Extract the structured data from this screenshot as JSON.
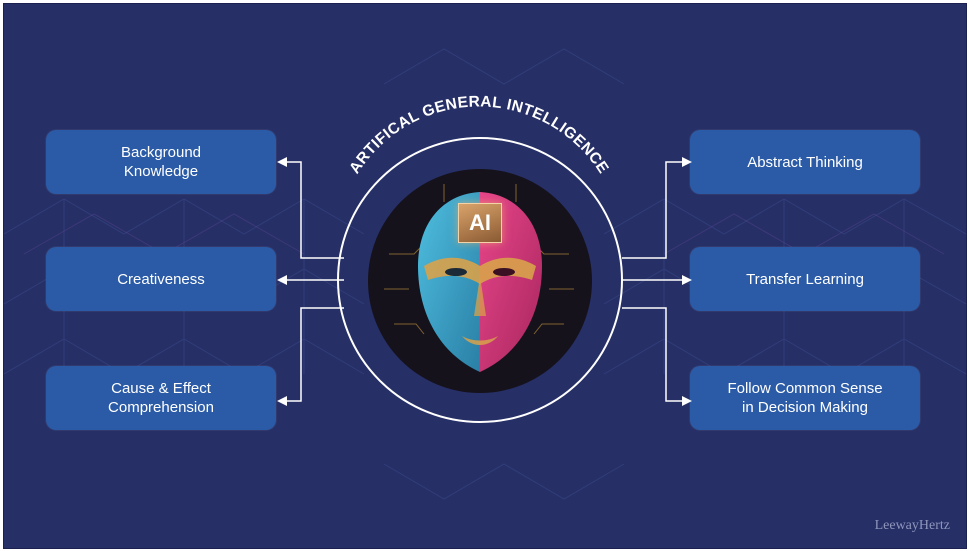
{
  "diagram": {
    "title": "ARTIFICAL GENERAL INTELLIGENCE",
    "badge": "AI",
    "left_items": [
      "Background\nKnowledge",
      "Creativeness",
      "Cause & Effect\nComprehension"
    ],
    "right_items": [
      "Abstract Thinking",
      "Transfer Learning",
      "Follow Common Sense\nin Decision Making"
    ],
    "watermark": "LeewayHertz"
  },
  "colors": {
    "background": "#262f66",
    "box": "#2b5ba6",
    "connector": "#ffffff",
    "face_left": "#3fa7c9",
    "face_right": "#d63a7c",
    "face_gold": "#d8a24a"
  }
}
